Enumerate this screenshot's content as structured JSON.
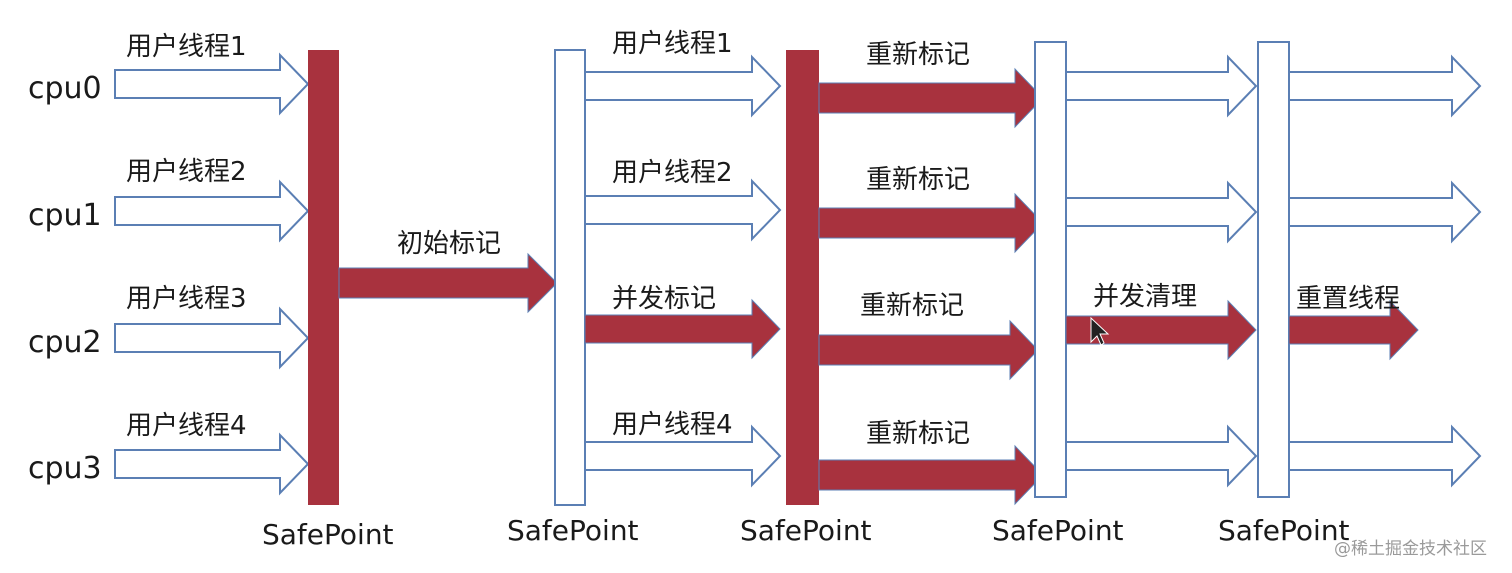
{
  "colors": {
    "active": "#a8323e",
    "outline": "#5b7fb4",
    "hollow_fill": "#ffffff",
    "text": "#1a1a1a"
  },
  "cpus": [
    "cpu0",
    "cpu1",
    "cpu2",
    "cpu3"
  ],
  "threads_stage1": [
    "用户线程1",
    "用户线程2",
    "用户线程3",
    "用户线程4"
  ],
  "initial_mark": "初始标记",
  "stage2": [
    "用户线程1",
    "用户线程2",
    "并发标记",
    "用户线程4"
  ],
  "remark": [
    "重新标记",
    "重新标记",
    "重新标记",
    "重新标记"
  ],
  "concurrent_cleanup": "并发清理",
  "reset_threads": "重置线程",
  "safepoints": [
    "SafePoint",
    "SafePoint",
    "SafePoint",
    "SafePoint",
    "SafePoint"
  ],
  "watermark": "@稀土掘金技术社区"
}
